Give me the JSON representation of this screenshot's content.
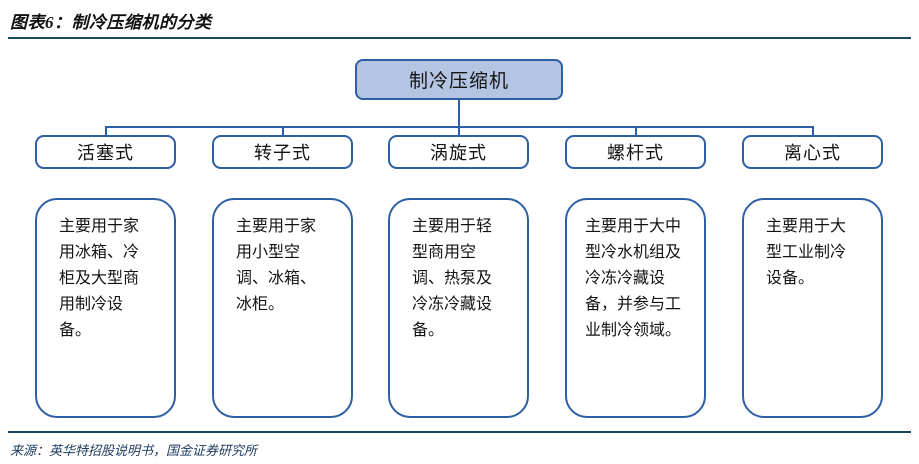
{
  "header": {
    "figure_title": "图表6：制冷压缩机的分类"
  },
  "diagram": {
    "type": "tree",
    "root": {
      "label": "制冷压缩机",
      "fill_color": "#b3c5e3",
      "border_color": "#2e5fa4"
    },
    "branches": [
      {
        "category": "活塞式",
        "description": "主要用于家用冰箱、冷柜及大型商用制冷设备。"
      },
      {
        "category": "转子式",
        "description": "主要用于家用小型空调、冰箱、冰柜。"
      },
      {
        "category": "涡旋式",
        "description": "主要用于轻型商用空调、热泵及冷冻冷藏设备。"
      },
      {
        "category": "螺杆式",
        "description": "主要用于大中型冷水机组及冷冻冷藏设备，并参与工业制冷领域。"
      },
      {
        "category": "离心式",
        "description": "主要用于大型工业制冷设备。"
      }
    ]
  },
  "footer": {
    "source": "来源：英华特招股说明书，国金证券研究所"
  },
  "colors": {
    "rule": "#1b4660",
    "box_border": "#2e5fa4",
    "root_fill": "#b3c5e3",
    "text": "#141414",
    "source_text": "#1b3a5c"
  }
}
